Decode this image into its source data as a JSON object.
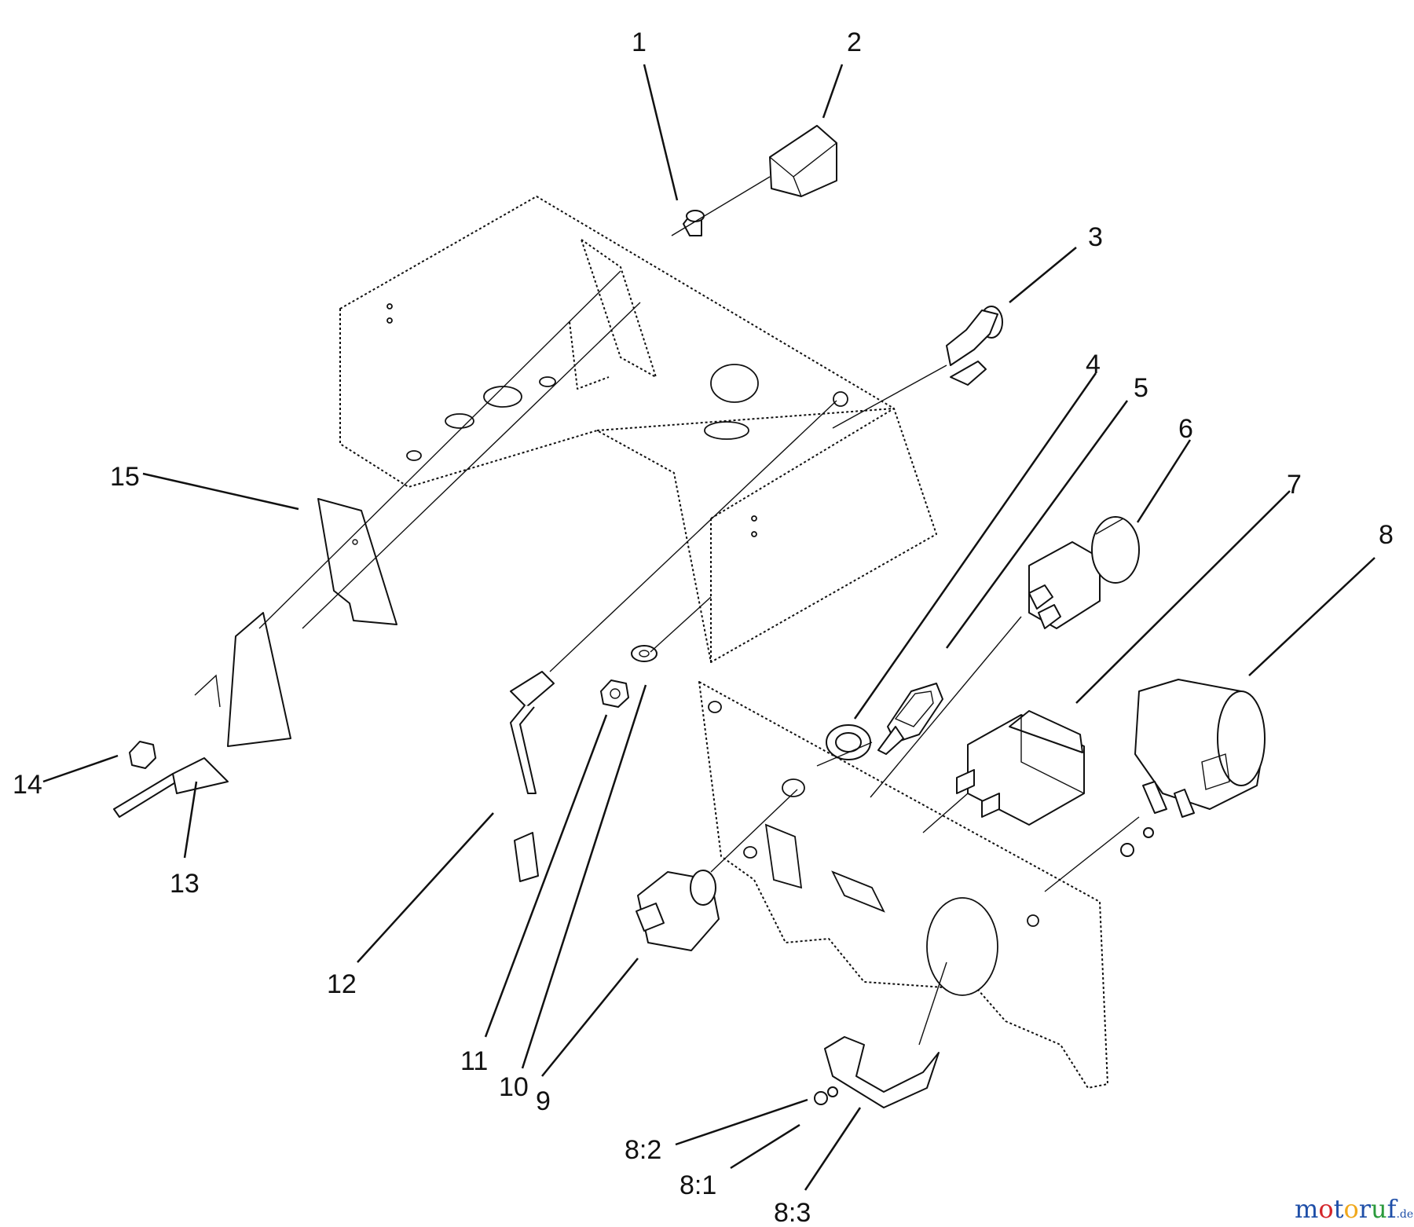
{
  "callouts": {
    "c1": "1",
    "c2": "2",
    "c3": "3",
    "c4": "4",
    "c5": "5",
    "c6": "6",
    "c7": "7",
    "c8": "8",
    "c9": "9",
    "c10": "10",
    "c11": "11",
    "c12": "12",
    "c13": "13",
    "c14": "14",
    "c15": "15",
    "c8_1": "8:1",
    "c8_2": "8:2",
    "c8_3": "8:3"
  },
  "watermark": {
    "parts": [
      "m",
      "o",
      "t",
      "o",
      "r",
      "u",
      "f"
    ],
    "suffix": ".de",
    "colors": [
      "#1f4fa8",
      "#d4262b",
      "#1f4fa8",
      "#f0a81c",
      "#1f4fa8",
      "#2a9a3c",
      "#1f4fa8"
    ]
  }
}
